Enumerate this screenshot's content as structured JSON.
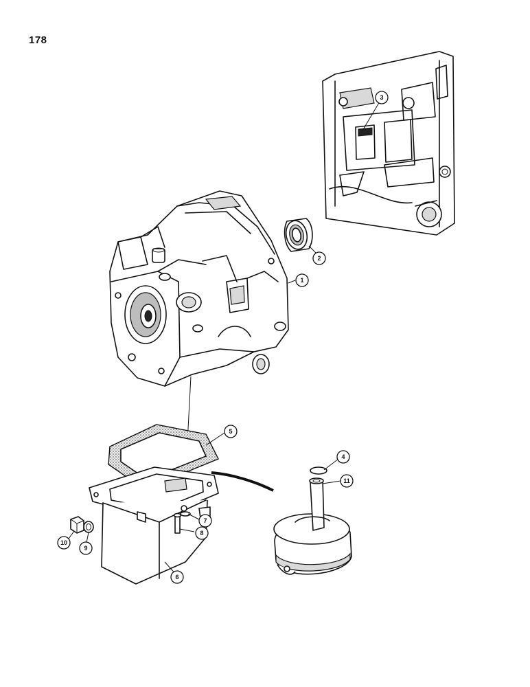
{
  "page": {
    "number": "178"
  },
  "callouts": [
    {
      "id": "c1",
      "label": "1"
    },
    {
      "id": "c2",
      "label": "2"
    },
    {
      "id": "c3",
      "label": "3"
    },
    {
      "id": "c4",
      "label": "4"
    },
    {
      "id": "c5",
      "label": "5"
    },
    {
      "id": "c6",
      "label": "6"
    },
    {
      "id": "c7",
      "label": "7"
    },
    {
      "id": "c8",
      "label": "8"
    },
    {
      "id": "c9",
      "label": "9"
    },
    {
      "id": "c10",
      "label": "10"
    },
    {
      "id": "c11",
      "label": "11"
    }
  ]
}
